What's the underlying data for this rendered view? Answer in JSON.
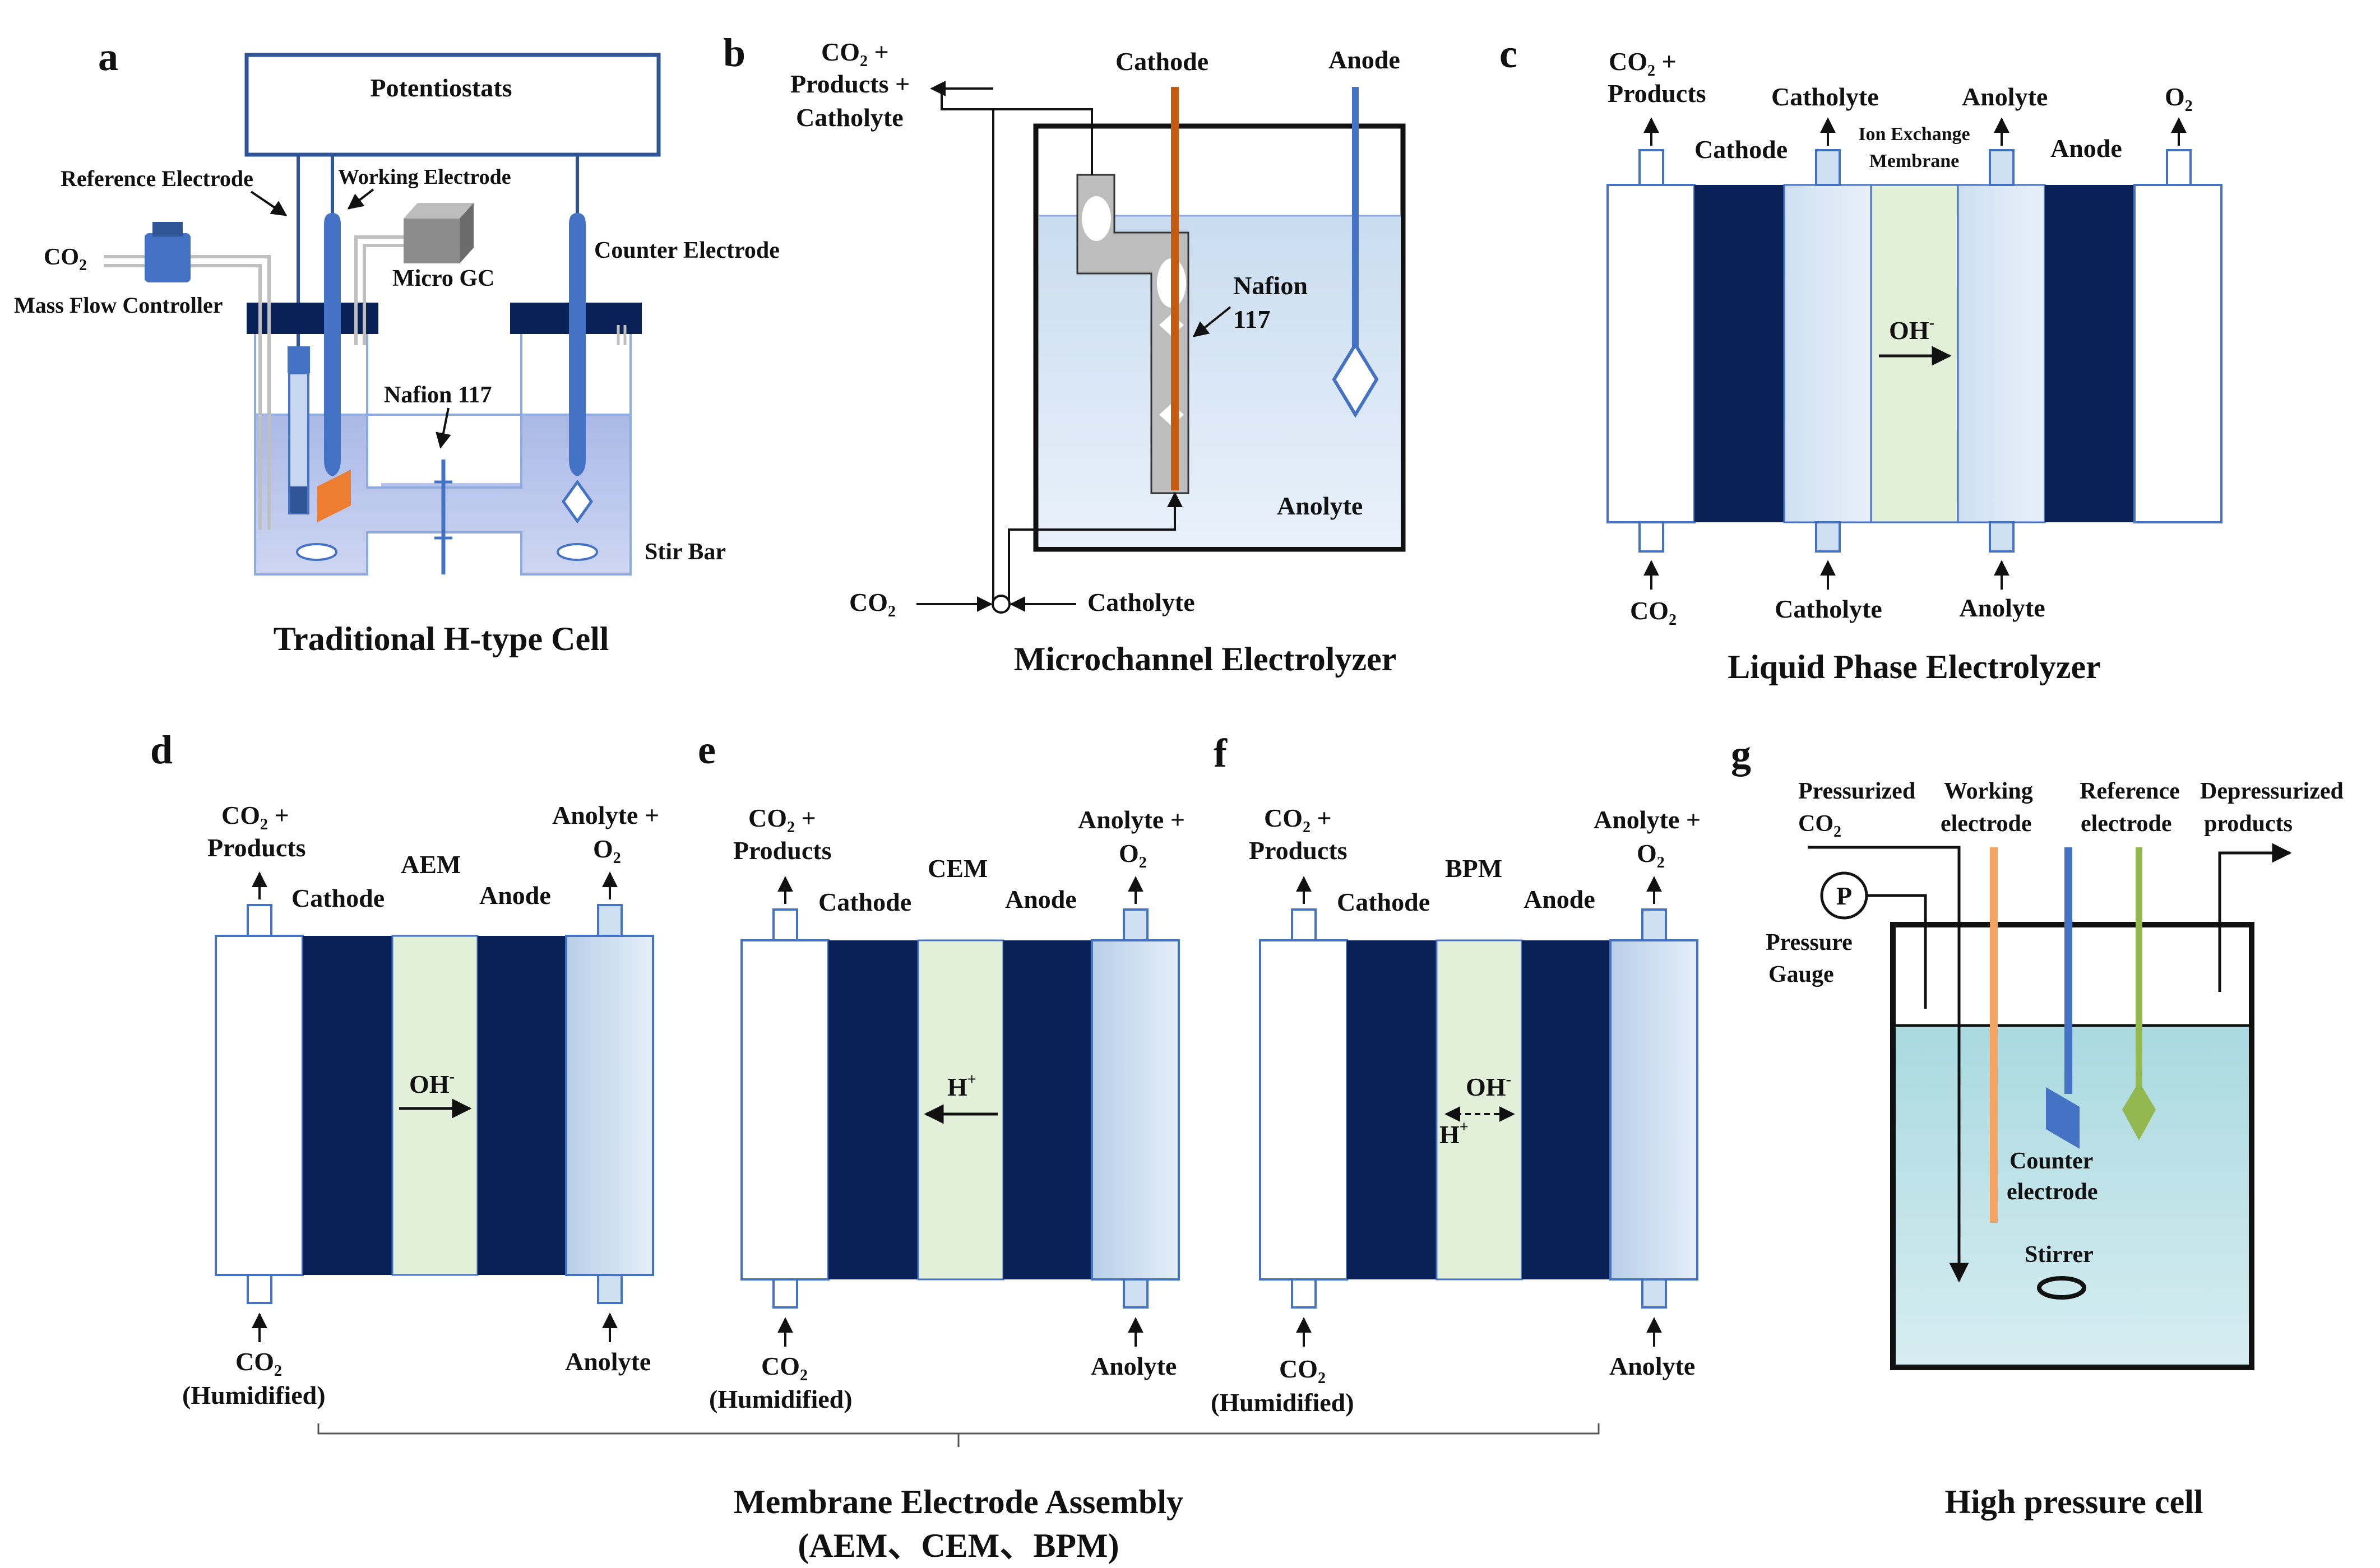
{
  "colors": {
    "navy": "#0a2158",
    "membrane": "#e2efd9",
    "electrolyte_light": "#deebf7",
    "electrolyte_mid": "#b9d1ea",
    "outline": "#2f5597",
    "electrode_blue": "#4472c4",
    "electrode_orange": "#ed7d31",
    "cathode_rod": "#c55a11",
    "reference_green": "#92b84f",
    "gc_gray": "#8c8c8c",
    "tube_gray": "#bfbfbf"
  },
  "panels": {
    "a": {
      "letter": "a",
      "potentiostat": "Potentiostats",
      "reference_electrode": "Reference Electrode",
      "working_electrode": "Working Electrode",
      "micro_gc": "Micro GC",
      "co2": "CO",
      "co2_sub": "2",
      "mass_flow_controller": "Mass Flow Controller",
      "counter_electrode": "Counter Electrode",
      "nafion": "Nafion 117",
      "stir_bar": "Stir Bar",
      "caption": "Traditional H-type Cell"
    },
    "b": {
      "letter": "b",
      "outlet_l1_pre": "CO",
      "outlet_l1_sub": "2",
      "outlet_l1_post": " +",
      "outlet_l2": "Products +",
      "outlet_l3": "Catholyte",
      "cathode": "Cathode",
      "anode": "Anode",
      "nafion_l1": "Nafion",
      "nafion_l2": "117",
      "anolyte": "Anolyte",
      "co2": "CO",
      "co2_sub": "2",
      "catholyte": "Catholyte",
      "caption": "Microchannel Electrolyzer"
    },
    "c": {
      "letter": "c",
      "top_co2_l1_pre": "CO",
      "top_co2_l1_sub": "2",
      "top_co2_l1_post": " +",
      "top_co2_l2": "Products",
      "catholyte_top": "Catholyte",
      "anolyte_top": "Anolyte",
      "o2": "O",
      "o2_sub": "2",
      "cathode": "Cathode",
      "anode": "Anode",
      "membrane_l1": "Ion Exchange",
      "membrane_l2": "Membrane",
      "ion": "OH",
      "ion_sup": "-",
      "bottom_co2": "CO",
      "bottom_co2_sub": "2",
      "catholyte_bottom": "Catholyte",
      "anolyte_bottom": "Anolyte",
      "caption": "Liquid Phase Electrolyzer"
    },
    "d": {
      "letter": "d",
      "top_left_l1_pre": "CO",
      "top_left_l1_sub": "2",
      "top_left_l1_post": " +",
      "top_left_l2": "Products",
      "membrane": "AEM",
      "cathode": "Cathode",
      "anode": "Anode",
      "top_right_l1": "Anolyte +",
      "top_right_l2": "O",
      "top_right_l2_sub": "2",
      "ion": "OH",
      "ion_sup": "-",
      "bottom_left_l1": "CO",
      "bottom_left_l1_sub": "2",
      "bottom_left_l2": "(Humidified)",
      "bottom_right": "Anolyte"
    },
    "e": {
      "letter": "e",
      "top_left_l1_pre": "CO",
      "top_left_l1_sub": "2",
      "top_left_l1_post": " +",
      "top_left_l2": "Products",
      "membrane": "CEM",
      "cathode": "Cathode",
      "anode": "Anode",
      "top_right_l1": "Anolyte +",
      "top_right_l2": "O",
      "top_right_l2_sub": "2",
      "ion": "H",
      "ion_sup": "+",
      "bottom_left_l1": "CO",
      "bottom_left_l1_sub": "2",
      "bottom_left_l2": "(Humidified)",
      "bottom_right": "Anolyte"
    },
    "f": {
      "letter": "f",
      "top_left_l1_pre": "CO",
      "top_left_l1_sub": "2",
      "top_left_l1_post": " +",
      "top_left_l2": "Products",
      "membrane": "BPM",
      "cathode": "Cathode",
      "anode": "Anode",
      "top_right_l1": "Anolyte +",
      "top_right_l2": "O",
      "top_right_l2_sub": "2",
      "ion1": "OH",
      "ion1_sup": "-",
      "ion2": "H",
      "ion2_sup": "+",
      "bottom_left_l1": "CO",
      "bottom_left_l1_sub": "2",
      "bottom_left_l2": "(Humidified)",
      "bottom_right": "Anolyte"
    },
    "g": {
      "letter": "g",
      "pressurized_l1": "Pressurized",
      "pressurized_l2": "CO",
      "pressurized_l2_sub": "2",
      "working_l1": "Working",
      "working_l2": "electrode",
      "reference_l1": "Reference",
      "reference_l2": "electrode",
      "depressurized_l1": "Depressurized",
      "depressurized_l2": "products",
      "gauge_symbol": "P",
      "gauge_l1": "Pressure",
      "gauge_l2": "Gauge",
      "counter_l1": "Counter",
      "counter_l2": "electrode",
      "stirrer": "Stirrer",
      "caption": "High pressure cell"
    }
  },
  "mea_caption_l1": "Membrane Electrode Assembly",
  "mea_caption_l2": "(AEM、CEM、BPM)"
}
